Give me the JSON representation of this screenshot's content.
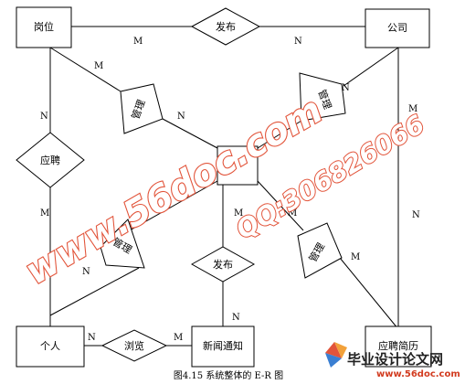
{
  "entities": {
    "post": "岗位",
    "company": "公司",
    "person": "个人",
    "news": "新闻通知",
    "resume": "应聘简历",
    "center": ""
  },
  "relationships": {
    "publish_top": "发布",
    "manage_post": "管理",
    "manage_company": "管理",
    "apply": "应聘",
    "manage_person": "管理",
    "publish_news": "发布",
    "manage_resume": "管理",
    "browse": "浏览"
  },
  "cardinality": {
    "post_publish": "M",
    "company_publish": "N",
    "post_manage": "M",
    "manage_center": "N",
    "company_manage": "N",
    "post_apply": "N",
    "apply_person": "M",
    "company_resume": "M",
    "resume_apply": "N",
    "center_publish": "M",
    "center_manage_resume": "M",
    "manage_resume_resume": "M",
    "publish_news": "N",
    "manage_person_person": "N",
    "person_browse": "N",
    "browse_news": "M"
  },
  "caption": "图4.15 系统整体的 E-R 图",
  "watermark": {
    "site": "www.56doc.com",
    "qq": "QQ:306826066",
    "logo_title": "毕业设计论文网",
    "logo_url": "www.56doc.com",
    "color": "#e2543a"
  }
}
